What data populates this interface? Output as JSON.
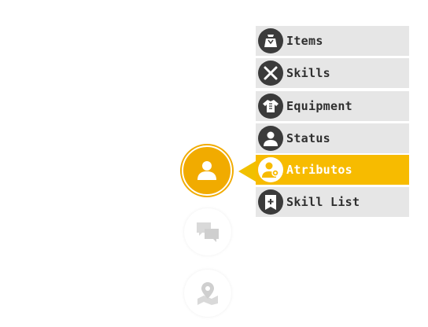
{
  "menu": {
    "items": [
      {
        "label": "Items",
        "icon": "bag-icon",
        "selected": false
      },
      {
        "label": " Skills",
        "icon": "crossed-swords-icon",
        "selected": false
      },
      {
        "label": "Equipment",
        "icon": "armor-icon",
        "selected": false
      },
      {
        "label": "Status",
        "icon": "person-icon",
        "selected": false
      },
      {
        "label": "Atributos",
        "icon": "person-gear-icon",
        "selected": true
      },
      {
        "label": "Skill List",
        "icon": "bookmark-plus-icon",
        "selected": false
      }
    ]
  },
  "side_buttons": [
    {
      "icon": "person-icon",
      "active": true
    },
    {
      "icon": "chat-bubbles-icon",
      "active": false
    },
    {
      "icon": "map-pin-icon",
      "active": false
    }
  ],
  "colors": {
    "accent": "#f1ab00",
    "selected_row": "#f7bb00",
    "row_bg": "#e6e6e6",
    "icon_dark": "#3b3b3b",
    "inactive_icon": "#d9d9d9"
  }
}
